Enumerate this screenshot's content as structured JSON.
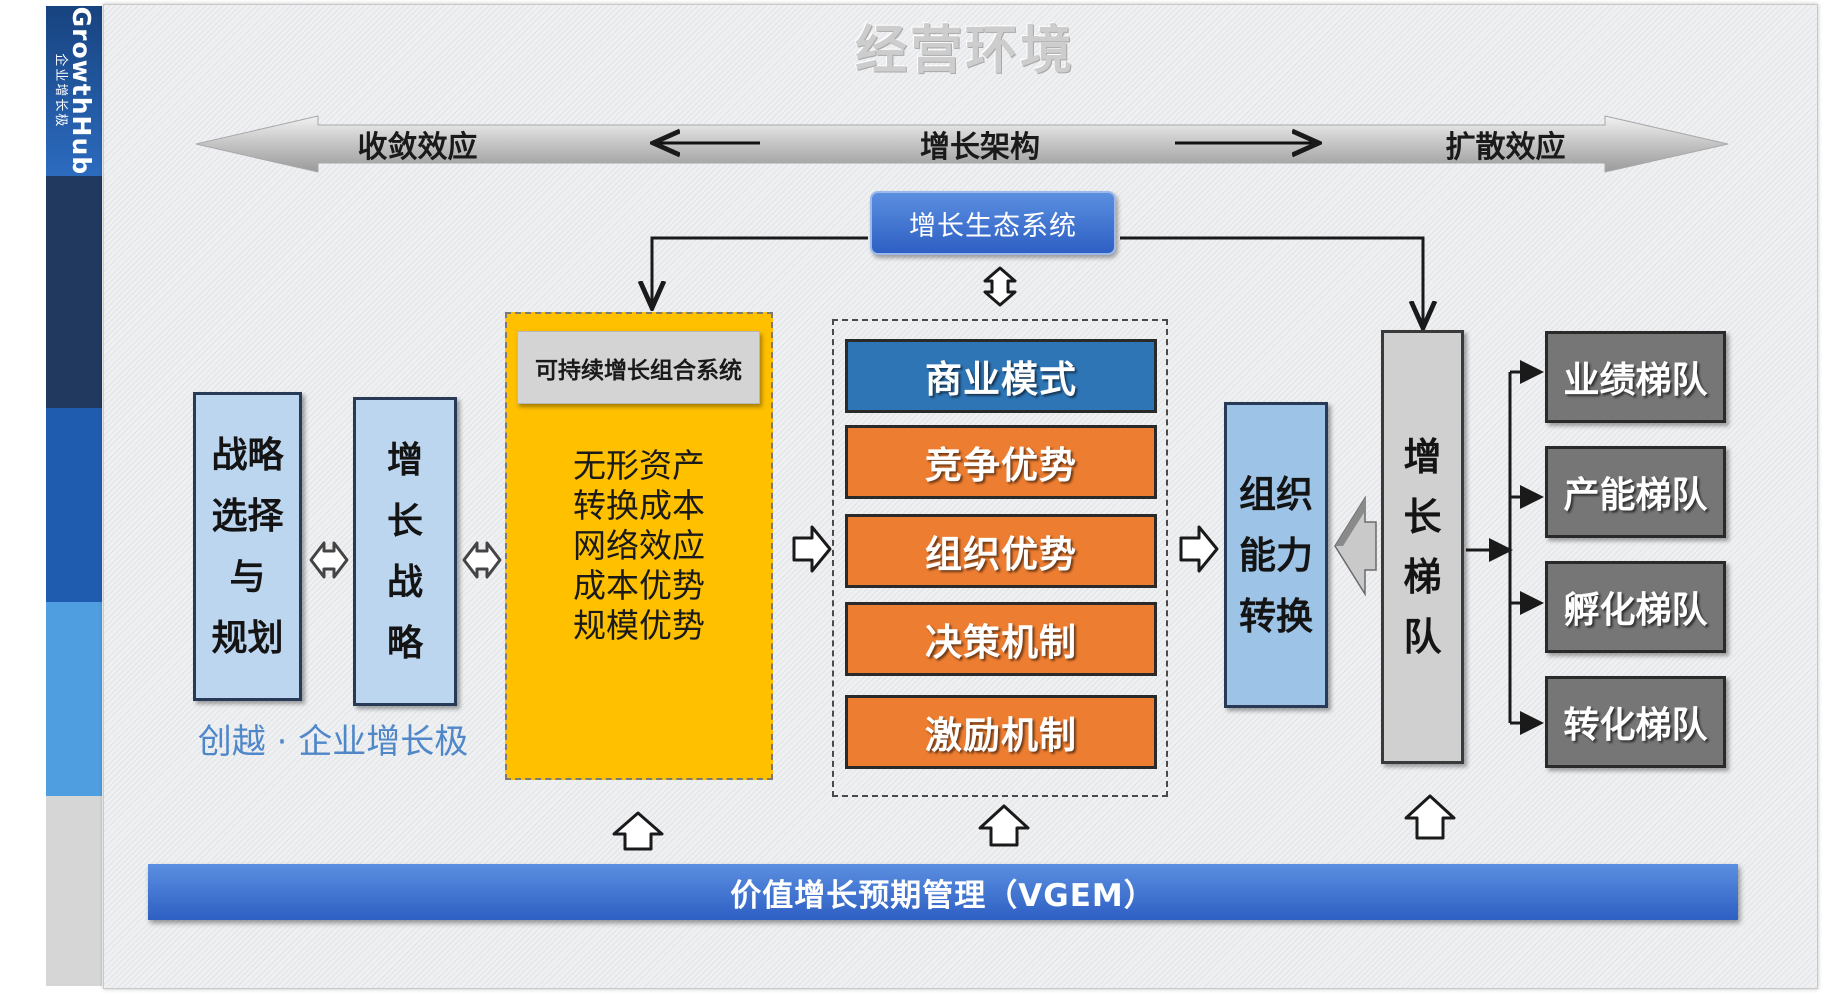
{
  "brand": {
    "name_en": "GrowthHub",
    "name_cn": "企业增长极"
  },
  "environment_title": "经营环境",
  "architecture": {
    "left_label": "收敛效应",
    "center_label": "增长架构",
    "right_label": "扩散效应"
  },
  "ecosystem": "增长生态系统",
  "strategy_selection": [
    "战略",
    "选择",
    "与",
    "规划"
  ],
  "growth_strategy": [
    "增",
    "长",
    "战",
    "略"
  ],
  "motto": "创越 · 企业增长极",
  "sustainable_system": {
    "title": "可持续增长组合系统",
    "items": [
      "无形资产",
      "转换成本",
      "网络效应",
      "成本优势",
      "规模优势"
    ]
  },
  "mechanisms": [
    "商业模式",
    "竞争优势",
    "组织优势",
    "决策机制",
    "激励机制"
  ],
  "org_capability": [
    "组织",
    "能力",
    "转换"
  ],
  "growth_ladder": [
    "增",
    "长",
    "梯",
    "队"
  ],
  "ladder_teams": [
    "业绩梯队",
    "产能梯队",
    "孵化梯队",
    "转化梯队"
  ],
  "vgem_label": "价值增长预期管理（VGEM）",
  "colors": {
    "brand_dark": "#21395f",
    "brand_blue": "#1f5cb0",
    "accent_blue": "#2e75b6",
    "accent_orange": "#ed7d31",
    "accent_yellow": "#ffc000",
    "light_blue": "#bdd6ef",
    "team_gray": "#767676"
  }
}
